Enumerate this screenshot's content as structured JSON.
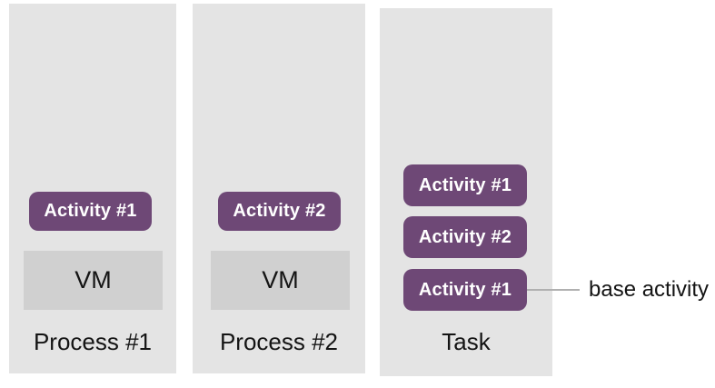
{
  "diagram": {
    "columns": [
      {
        "label": "Process #1",
        "activities": [
          {
            "label": "Activity #1"
          }
        ],
        "vm_label": "VM"
      },
      {
        "label": "Process #2",
        "activities": [
          {
            "label": "Activity #2"
          }
        ],
        "vm_label": "VM"
      },
      {
        "label": "Task",
        "activities": [
          {
            "label": "Activity #1"
          },
          {
            "label": "Activity #2"
          },
          {
            "label": "Activity #1"
          }
        ]
      }
    ],
    "annotation": {
      "label": "base activity"
    }
  },
  "colors": {
    "activity_box": "#6e4876",
    "activity_text": "#ffffff",
    "column_background": "#e4e4e4",
    "vm_box": "#d0d0d0",
    "connector_line": "#b0b0b0",
    "label_text": "#141414",
    "page_background": "#ffffff"
  }
}
